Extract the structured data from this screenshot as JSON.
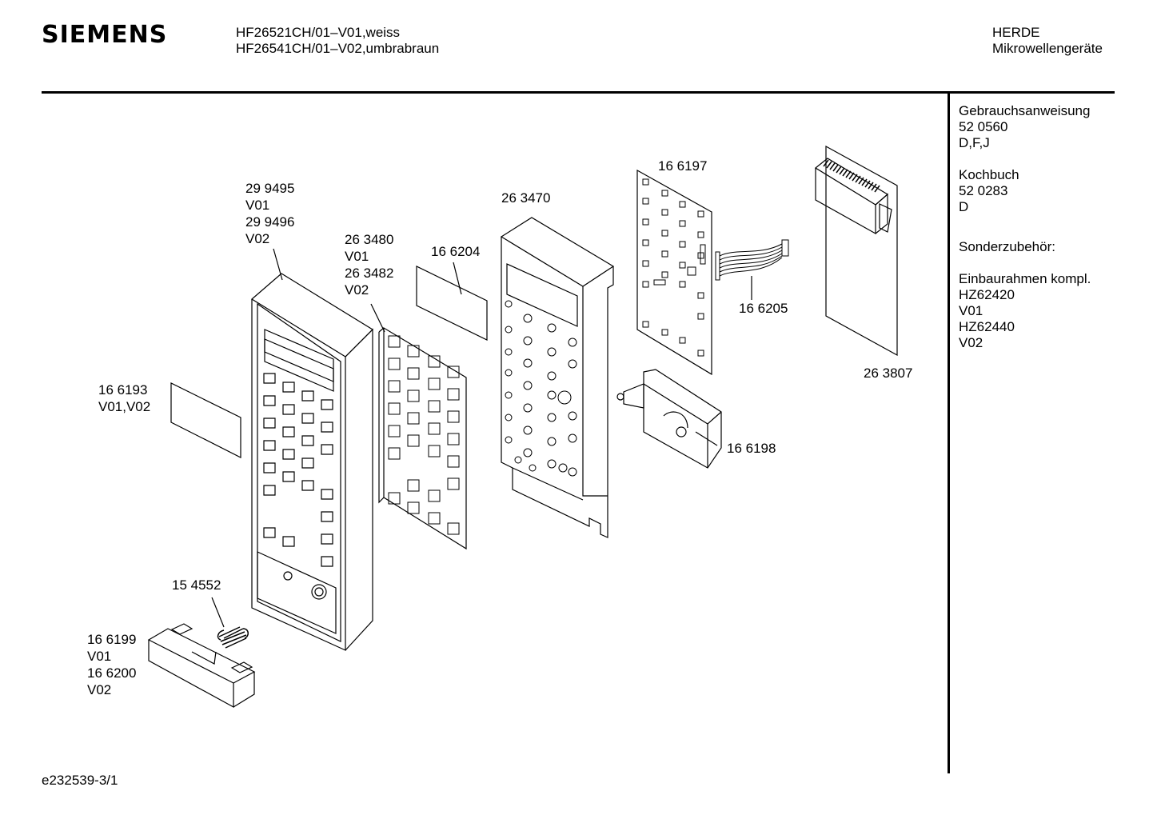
{
  "header": {
    "brand": "SIEMENS",
    "model_line_1": "HF26521CH/01–V01,weiss",
    "model_line_2": "HF26541CH/01–V02,umbrabraun",
    "category_line_1": "HERDE",
    "category_line_2": "Mikrowellengeräte"
  },
  "sidebar": {
    "manual_title": "Gebrauchsanweisung",
    "manual_number": "52 0560",
    "manual_languages": "D,F,J",
    "cookbook_title": "Kochbuch",
    "cookbook_number": "52 0283",
    "cookbook_language": "D",
    "accessories_title": "Sonderzubehör:",
    "frame_title": "Einbaurahmen kompl.",
    "frame_1_number": "HZ62420",
    "frame_1_variant": "V01",
    "frame_2_number": "HZ62440",
    "frame_2_variant": "V02"
  },
  "parts": {
    "front_panel": [
      "29 9495",
      "V01",
      "29 9496",
      "V02"
    ],
    "keypad": [
      "26 3480",
      "V01",
      "26 3482",
      "V02"
    ],
    "label_small": [
      "16 6204"
    ],
    "carrier": [
      "26 3470"
    ],
    "pcb": [
      "16 6197"
    ],
    "cable": [
      "16 6205"
    ],
    "ribbon": [
      "26 3807"
    ],
    "switch": [
      "16 6198"
    ],
    "label_left": [
      "16 6193",
      "V01,V02"
    ],
    "spring": [
      "15 4552"
    ],
    "door_button": [
      "16 6199",
      "V01",
      "16 6200",
      "V02"
    ]
  },
  "footer": {
    "drawing_id": "e232539-3/1"
  }
}
